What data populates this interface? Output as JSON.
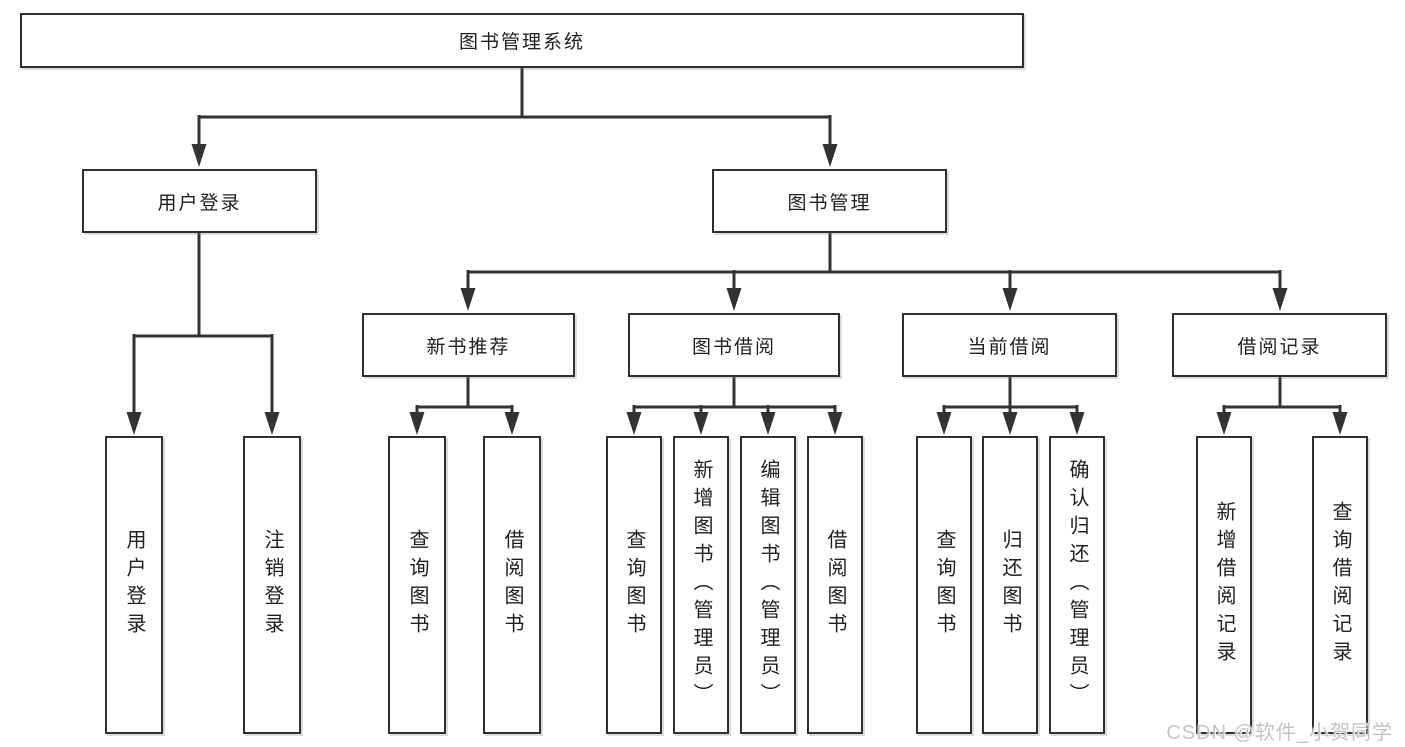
{
  "root": {
    "label": "图书管理系统"
  },
  "level2": [
    {
      "label": "用户登录"
    },
    {
      "label": "图书管理"
    }
  ],
  "level3": [
    {
      "label": "新书推荐"
    },
    {
      "label": "图书借阅"
    },
    {
      "label": "当前借阅"
    },
    {
      "label": "借阅记录"
    }
  ],
  "leaves": {
    "user_login": [
      "用户登录",
      "注销登录"
    ],
    "new_books": [
      "查询图书",
      "借阅图书"
    ],
    "book_borrow": [
      "查询图书",
      "新增图书（管理员）",
      "编辑图书（管理员）",
      "借阅图书"
    ],
    "current_borrow": [
      "查询图书",
      "归还图书",
      "确认归还（管理员）"
    ],
    "borrow_records": [
      "新增借阅记录",
      "查询借阅记录"
    ]
  },
  "watermark": "CSDN @软件_小贺同学",
  "colors": {
    "line": "#333333",
    "node_border": "#2f2f2f",
    "node_text": "#212121",
    "watermark_text": "#c4c4c4",
    "background": "#ffffff"
  }
}
